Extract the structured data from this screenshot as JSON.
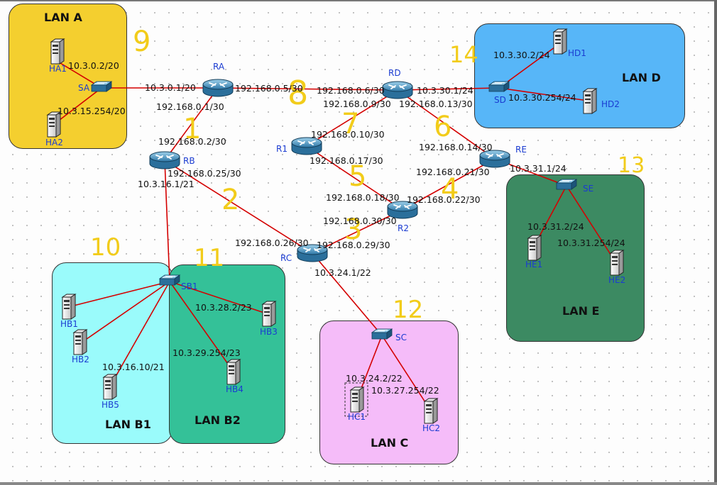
{
  "zones": {
    "lan_a": {
      "label": "LAN A",
      "color": "#f4cf2f"
    },
    "lan_b1": {
      "label": "LAN B1",
      "color": "#9afbfb"
    },
    "lan_b2": {
      "label": "LAN B2",
      "color": "#34c198"
    },
    "lan_c": {
      "label": "LAN C",
      "color": "#f5bcf9"
    },
    "lan_d": {
      "label": "LAN D",
      "color": "#57b6f8"
    },
    "lan_e": {
      "label": "LAN E",
      "color": "#3c8a62"
    }
  },
  "routers": {
    "ra": "RA",
    "rb": "RB",
    "rc": "RC",
    "rd": "RD",
    "re": "RE",
    "r1": "R1",
    "r2": "R2"
  },
  "switches": {
    "sa": "SA",
    "sb1": "SB1",
    "sc": "SC",
    "sd": "SD",
    "se": "SE"
  },
  "hosts": {
    "ha1": "HA1",
    "ha2": "HA2",
    "hb1": "HB1",
    "hb2": "HB2",
    "hb3": "HB3",
    "hb4": "HB4",
    "hb5": "HB5",
    "hc1": "HC1",
    "hc2": "HC2",
    "hd1": "HD1",
    "hd2": "HD2",
    "he1": "HE1",
    "he2": "HE2"
  },
  "addresses": {
    "ha1": "10.3.0.2/20",
    "ha2": "10.3.15.254/20",
    "ra_lan": "10.3.0.1/20",
    "ra_rd": "192.168.0.5/30",
    "ra_rb": "192.168.0.1/30",
    "rb_ra": "192.168.0.2/30",
    "rb_rc": "192.168.0.25/30",
    "rb_lan": "10.3.16.1/21",
    "rd_ra": "192.168.0.6/30",
    "rd_r1": "192.168.0.9/30",
    "rd_re": "192.168.0.13/30",
    "rd_lan": "10.3.30.1/24",
    "hd1": "10.3.30.2/24",
    "hd2": "10.3.30.254/24",
    "r1_rd": "192.168.0.10/30",
    "r1_r2": "192.168.0.17/30",
    "re_rd": "192.168.0.14/30",
    "re_r2": "192.168.0.21/30",
    "re_lan": "10.3.31.1/24",
    "r2_r1": "192.168.0.18/30",
    "r2_re": "192.168.0.22/30",
    "r2_rc": "192.168.0.30/30",
    "rc_r2": "192.168.0.29/30",
    "rc_rb": "192.168.0.26/30",
    "rc_lan": "10.3.24.1/22",
    "hb3": "10.3.28.2/23",
    "hb4": "10.3.29.254/23",
    "hb5": "10.3.16.10/21",
    "hc1": "10.3.24.2/22",
    "hc2": "10.3.27.254/22",
    "he1": "10.3.31.2/24",
    "he2": "10.3.31.254/24"
  },
  "annotations": {
    "n9": "9",
    "n14": "14",
    "n8": "8",
    "n1": "1",
    "n7": "7",
    "n6": "6",
    "n5": "5",
    "n4": "4",
    "n2": "2",
    "n3": "3",
    "n10": "10",
    "n11": "11",
    "n12": "12",
    "n13": "13"
  }
}
